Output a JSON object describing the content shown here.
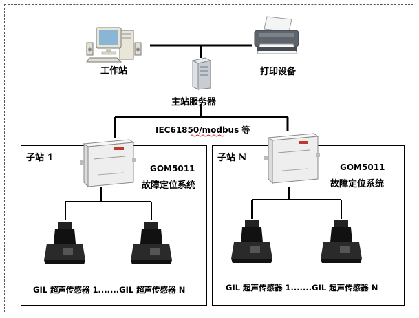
{
  "workstation": {
    "label": "工作站",
    "icon": "desktop-computer-icon"
  },
  "printer": {
    "label": "打印设备",
    "icon": "printer-icon"
  },
  "server": {
    "label": "主站服务器",
    "icon": "server-icon"
  },
  "protocol": {
    "main": "IEC61850/modbus",
    "suffix": " 等"
  },
  "substations": [
    {
      "title": "子站 1",
      "device_model": "GOM5011",
      "device_desc": "故障定位系统",
      "sensor_label": "GIL 超声传感器 1.......GIL 超声传感器 N"
    },
    {
      "title": "子站 N",
      "device_model": "GOM5011",
      "device_desc": "故障定位系统",
      "sensor_label": "GIL 超声传感器 1.......GIL 超声传感器 N"
    }
  ],
  "colors": {
    "line": "#000000",
    "accent_logo": "#c0392b",
    "cabinet": "#eeeeee",
    "sensor": "#1a1a1a"
  }
}
